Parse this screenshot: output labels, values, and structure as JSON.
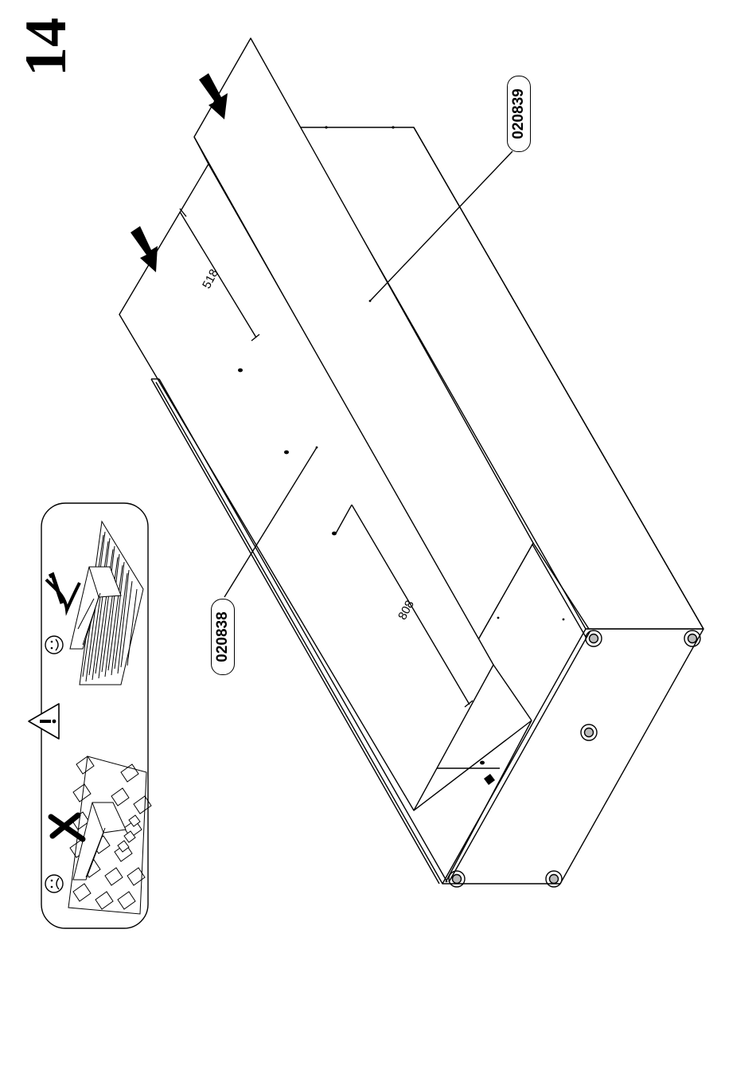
{
  "step": {
    "number": "14"
  },
  "parts": {
    "left_panel": "020838",
    "right_panel": "020839"
  },
  "dimensions": {
    "short": "518",
    "long": "808"
  },
  "icons": {
    "warning": "warning-triangle-icon",
    "happy": "smiley-happy-icon",
    "sad": "smiley-sad-icon",
    "ok": "check-mark-icon",
    "wrong": "cross-mark-icon",
    "arrow": "press-arrow-icon"
  },
  "colors": {
    "line": "#000000",
    "background": "#ffffff"
  }
}
